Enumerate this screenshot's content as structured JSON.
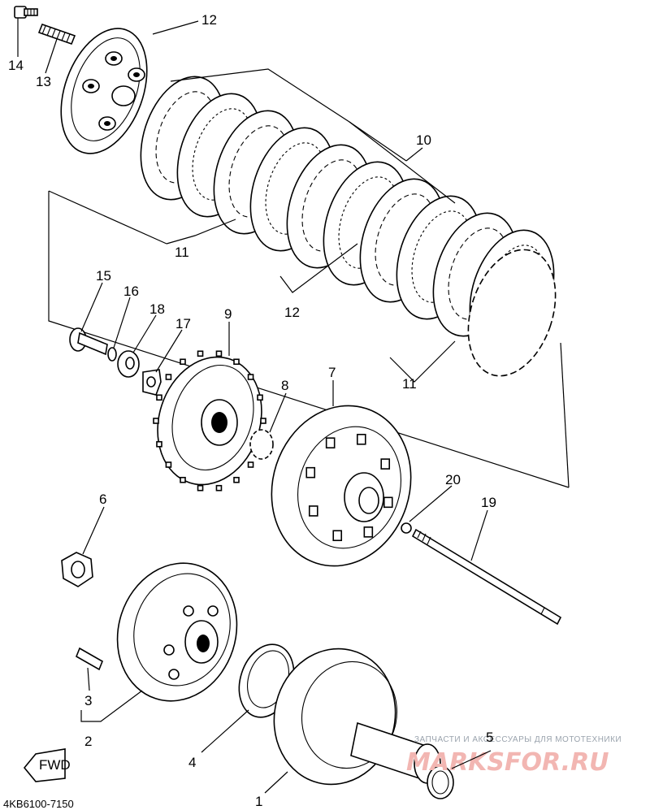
{
  "diagram": {
    "callouts": [
      {
        "id": "1",
        "text": "1"
      },
      {
        "id": "2",
        "text": "2"
      },
      {
        "id": "3",
        "text": "3"
      },
      {
        "id": "4",
        "text": "4"
      },
      {
        "id": "5",
        "text": "5"
      },
      {
        "id": "6",
        "text": "6"
      },
      {
        "id": "7",
        "text": "7"
      },
      {
        "id": "8",
        "text": "8"
      },
      {
        "id": "9",
        "text": "9"
      },
      {
        "id": "10",
        "text": "10"
      },
      {
        "id": "11a",
        "text": "11"
      },
      {
        "id": "11b",
        "text": "11"
      },
      {
        "id": "12",
        "text": "12"
      },
      {
        "id": "13",
        "text": "13"
      },
      {
        "id": "14",
        "text": "14"
      },
      {
        "id": "15",
        "text": "15"
      },
      {
        "id": "16",
        "text": "16"
      },
      {
        "id": "17",
        "text": "17"
      },
      {
        "id": "18",
        "text": "18"
      },
      {
        "id": "19",
        "text": "19"
      },
      {
        "id": "20",
        "text": "20"
      },
      {
        "id": "21",
        "text": "21"
      }
    ],
    "fwd_label": "FWD",
    "drawing_code": "4KB6100-7150",
    "watermark_text": "ЗАПЧАСТИ И АКСЕССУАРЫ ДЛЯ МОТОТЕХНИКИ",
    "watermark_logo": "MARKSFOR.RU"
  }
}
